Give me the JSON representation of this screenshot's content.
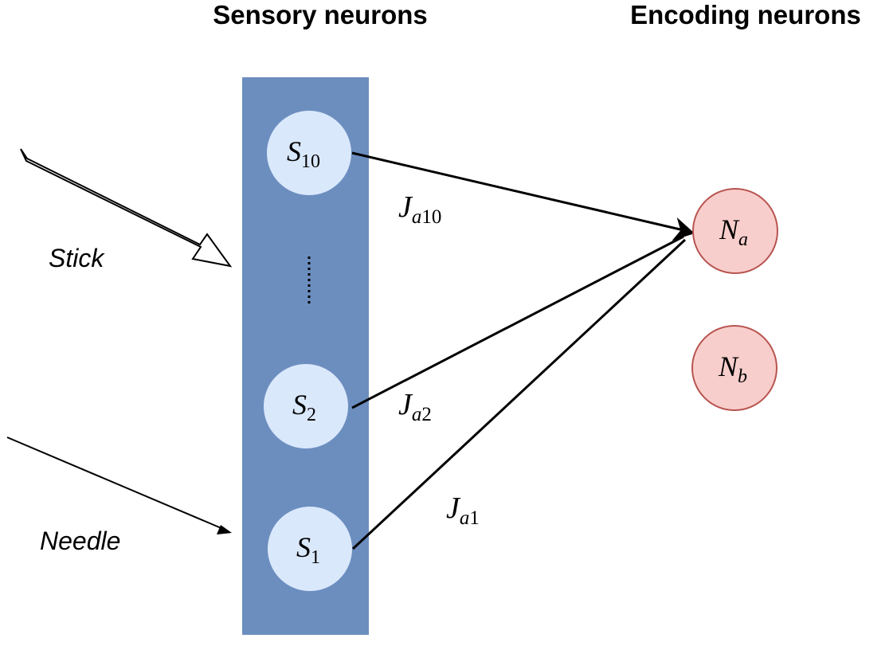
{
  "headings": {
    "sensory": "Sensory neurons",
    "encoding": "Encoding neurons"
  },
  "inputs": {
    "stick": "Stick",
    "needle": "Needle"
  },
  "sensory_neurons": [
    {
      "base": "S",
      "sub": "10"
    },
    {
      "base": "S",
      "sub": "2"
    },
    {
      "base": "S",
      "sub": "1"
    }
  ],
  "encoding_neurons": [
    {
      "base": "N",
      "sub": "a"
    },
    {
      "base": "N",
      "sub": "b"
    }
  ],
  "weights": [
    {
      "base": "J",
      "sub_italic": "a",
      "sub_num": "10"
    },
    {
      "base": "J",
      "sub_italic": "a",
      "sub_num": "2"
    },
    {
      "base": "J",
      "sub_italic": "a",
      "sub_num": "1"
    }
  ],
  "colors": {
    "layer_fill": "#6c8ebf",
    "sensory_fill": "#dae8fc",
    "encoding_fill": "#f8cecc",
    "encoding_stroke": "#b85450",
    "line": "#000000"
  }
}
